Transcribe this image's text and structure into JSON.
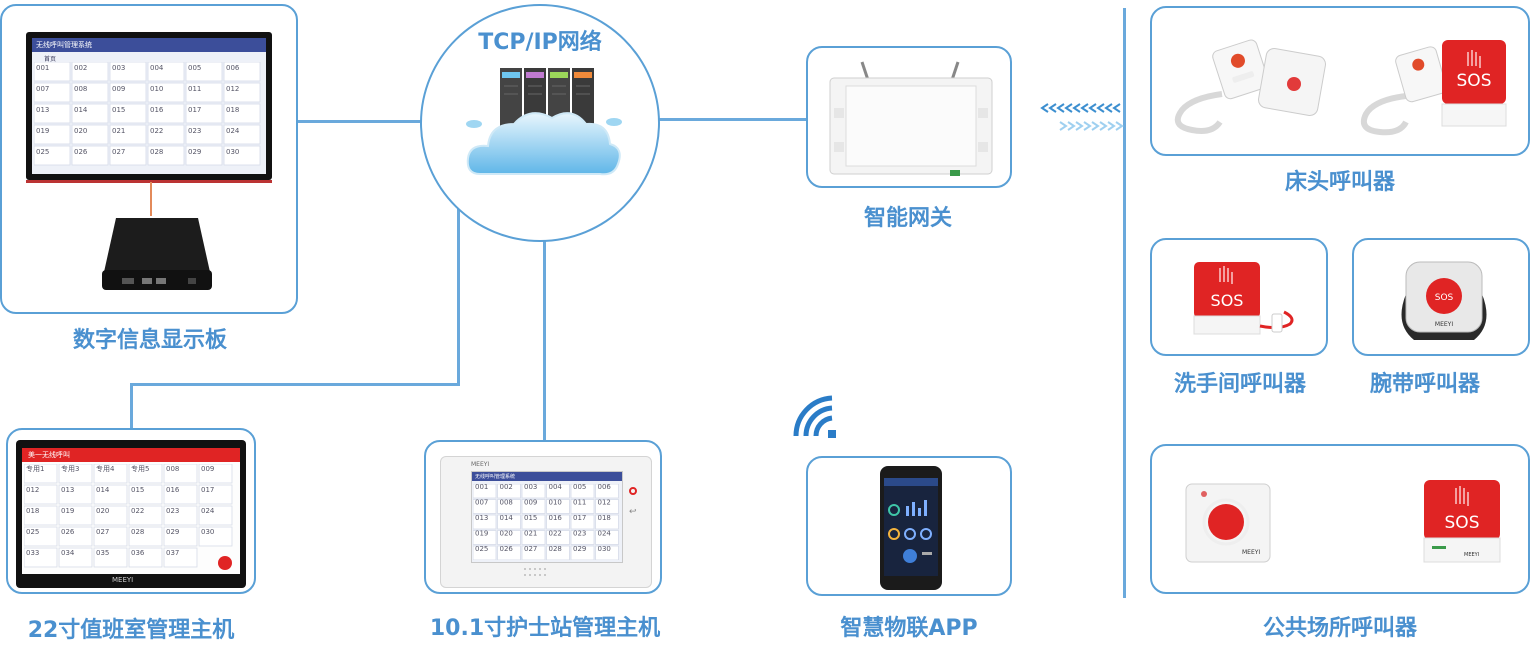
{
  "title": "TCP/IP网络",
  "labels": {
    "display_board": "数字信息显示板",
    "duty_host": "22寸值班室管理主机",
    "nurse_host": "10.1寸护士站管理主机",
    "gateway": "智能网关",
    "app": "智慧物联APP",
    "bedside": "床头呼叫器",
    "toilet": "洗手间呼叫器",
    "wristband": "腕带呼叫器",
    "public": "公共场所呼叫器"
  },
  "screens": {
    "display_title": "无线呼叫管理系统",
    "display_tab": "首页",
    "display_cells": [
      "001",
      "002",
      "003",
      "004",
      "005",
      "006",
      "007",
      "008",
      "009",
      "010",
      "011",
      "012",
      "013",
      "014",
      "015",
      "016",
      "017",
      "018",
      "019",
      "020",
      "021",
      "022",
      "023",
      "024",
      "025",
      "026",
      "027",
      "028",
      "029",
      "030"
    ],
    "duty_title": "美一无线呼叫",
    "duty_cells": [
      "专用1",
      "专用3",
      "专用4",
      "专用5",
      "008",
      "009",
      "012",
      "013",
      "014",
      "015",
      "016",
      "017",
      "018",
      "019",
      "020",
      "022",
      "023",
      "024",
      "025",
      "026",
      "027",
      "028",
      "029",
      "030",
      "033",
      "034",
      "035",
      "036",
      "037"
    ],
    "sos_text": "SOS",
    "brand": "MEEYI"
  },
  "colors": {
    "accent": "#4a90cf",
    "line": "#6aa9dc",
    "sos_red": "#e02424"
  }
}
